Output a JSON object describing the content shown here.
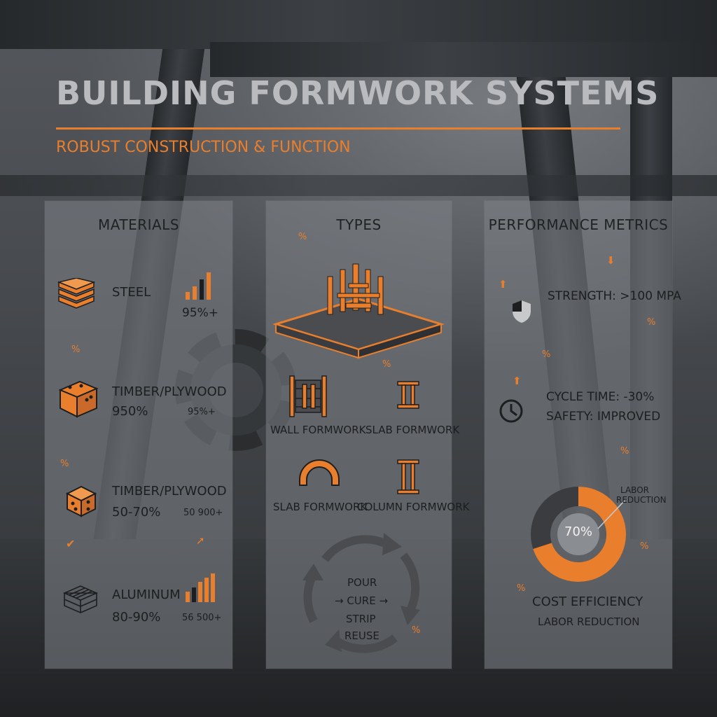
{
  "header": {
    "title": "BUILDING FORMWORK SYSTEMS",
    "subtitle": "ROBUST CONSTRUCTION & FUNCTION"
  },
  "colors": {
    "accent": "#e97f2c",
    "panel": "#80848a",
    "text": "#1c1e20",
    "title": "#b9bbbe"
  },
  "materials": {
    "title": "MATERIALS",
    "items": [
      {
        "name": "STEEL",
        "value": "95%+",
        "icon": "layered-plates-icon"
      },
      {
        "name": "TIMBER/PLYWOOD",
        "range": "950%",
        "value": "95%+",
        "icon": "wood-block-icon"
      },
      {
        "name": "TIMBER/PLYWOOD",
        "range": "50-70%",
        "value": "50 900+",
        "icon": "plywood-cube-icon"
      },
      {
        "name": "ALUMINUM",
        "range": "80-90%",
        "value": "56 500+",
        "icon": "lattice-frame-icon"
      }
    ]
  },
  "types": {
    "title": "TYPES",
    "items": [
      {
        "label": "WALL FORMWORK",
        "icon": "wall-formwork-icon"
      },
      {
        "label": "SLAB FORMWORK",
        "icon": "column-pillar-icon"
      },
      {
        "label": "SLAB FORMWORK",
        "icon": "arch-icon"
      },
      {
        "label": "COLUMN FORMWORK",
        "icon": "column-pillar-icon"
      }
    ],
    "cycle": [
      "POUR",
      "→ CURE →",
      "STRIP",
      "REUSE"
    ]
  },
  "metrics": {
    "title": "PERFORMANCE METRICS",
    "strength": "STRENGTH: >100 MPA",
    "cycle_time": "CYCLE TIME: -30%",
    "safety": "SAFETY: IMPROVED",
    "donut": {
      "value": 70,
      "label": "70%",
      "callout_line1": "LABOR",
      "callout_line2": "REDUCTION"
    },
    "cost": "COST EFFICIENCY",
    "labor": "LABOR REDUCTION"
  }
}
